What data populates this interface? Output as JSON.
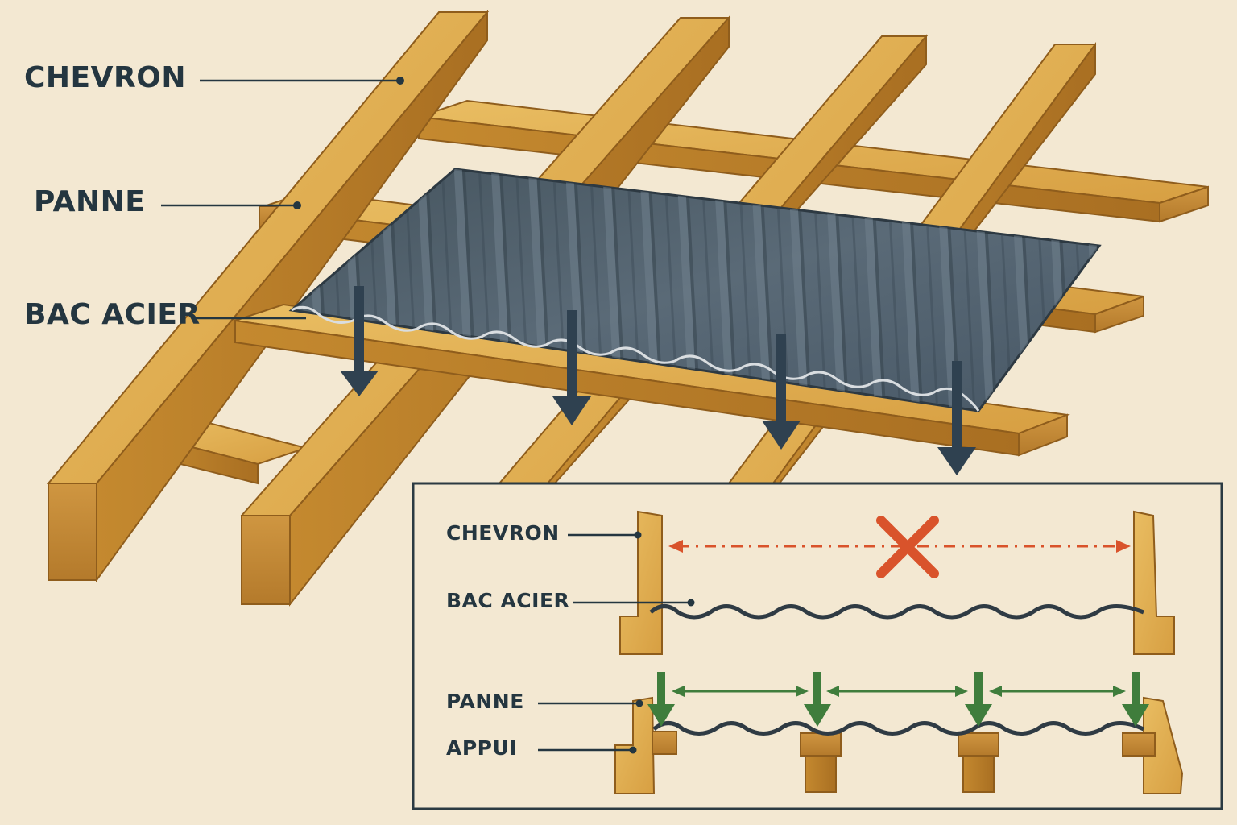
{
  "main_labels": {
    "chevron": "CHEVRON",
    "panne": "PANNE",
    "bac_acier": "BAC ACIER"
  },
  "inset_labels": {
    "chevron": "CHEVRON",
    "bac_acier": "BAC ACIER",
    "panne": "PANNE",
    "appui": "APPUI"
  },
  "colors": {
    "background": "#f3e8d2",
    "wood": "#d9a548",
    "steel": "#4d5e6c",
    "arrow": "#2f4150",
    "incorrect": "#d9532b",
    "correct": "#3f7d3c",
    "label_text": "#243640"
  },
  "icons": {
    "down_arrow": "down-arrow-icon",
    "cross": "cross-icon"
  }
}
